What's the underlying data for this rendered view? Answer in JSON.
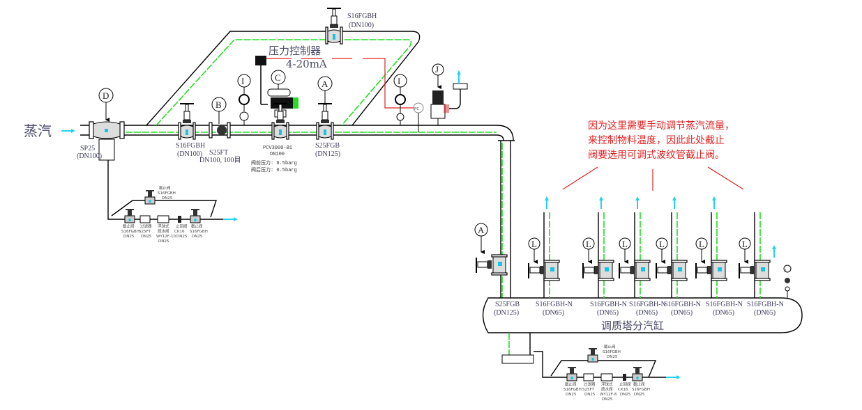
{
  "inlet": {
    "label": "蒸汽"
  },
  "tags": {
    "D": "D",
    "B": "B",
    "C": "C",
    "A1": "A",
    "A2": "A",
    "I1": "I",
    "I2": "I",
    "I3": "I",
    "J": "J",
    "PC": "PC",
    "L": "L"
  },
  "main_line": {
    "separator": {
      "model": "SP25",
      "size": "(DN100)"
    },
    "valve1": {
      "model": "S16FGBH",
      "size": "(DN100)"
    },
    "strainer": {
      "model": "S25FT",
      "size": "DN100, 100目"
    },
    "control_valve": {
      "model": "PCV3000-B1",
      "size": "DN100",
      "inlet_pressure": "阀前压力: 6.5barg",
      "outlet_pressure": "阀后压力: 0.5barg"
    },
    "valve2": {
      "model": "S25FGB",
      "size": "(DN125)"
    },
    "bypass_valve": {
      "model": "S16FGBH",
      "size": "(DN100)"
    },
    "controller": {
      "label": "压力控制器",
      "signal": "4-20mA"
    }
  },
  "trap_set_1": {
    "items": [
      {
        "name": "截止阀",
        "model": "S16FGBH",
        "size": "DN25"
      },
      {
        "name": "过滤器",
        "model": "S25FT",
        "size": "DN25"
      },
      {
        "name": "浮球式疏水阀",
        "model": "WY12F-10",
        "size": "DN25"
      },
      {
        "name": "止回阀",
        "model": "CK16",
        "size": "DN25"
      },
      {
        "name": "截止阀",
        "model": "S16FGBH",
        "size": "DN25"
      }
    ],
    "bypass": {
      "name": "截止阀",
      "model": "S16FGBH",
      "size": "DN25"
    }
  },
  "trap_set_2": {
    "items": [
      {
        "name": "截止阀",
        "model": "S16FGBH",
        "size": "DN25"
      },
      {
        "name": "过滤器",
        "model": "S25FT",
        "size": "DN25"
      },
      {
        "name": "浮球式疏水阀",
        "model": "WY12F-6",
        "size": "DN25"
      },
      {
        "name": "止回阀",
        "model": "CK16",
        "size": "DN25"
      },
      {
        "name": "截止阀",
        "model": "S16FGBH",
        "size": "DN25"
      }
    ],
    "bypass": {
      "name": "截止阀",
      "model": "S16FGBH",
      "size": "DN25"
    }
  },
  "annotation": {
    "lines": [
      "因为这里需要手动调节蒸汽流量，",
      "来控制物料温度，因此此处截止",
      "阀要选用可调式波纹管截止阀。"
    ]
  },
  "manifold": {
    "title": "调质塔分汽缸",
    "inlet": {
      "model": "S25FGB",
      "size": "(DN125)"
    },
    "outlets": [
      {
        "model": "S16FGBH-N",
        "size": "(DN65)"
      },
      {
        "model": "S16FGBH-N",
        "size": "(DN65)"
      },
      {
        "model": "S16FGBH-N",
        "size": "(DN65)"
      },
      {
        "model": "S16FGBH-N",
        "size": "(DN65)"
      },
      {
        "model": "S16FGBH-N",
        "size": "(DN65)"
      },
      {
        "model": "S16FGBH-N",
        "size": "(DN65)"
      }
    ]
  },
  "colors": {
    "pipe_trace": "#22dd22",
    "signal": "#e02020",
    "flow": "#22d3ee"
  }
}
